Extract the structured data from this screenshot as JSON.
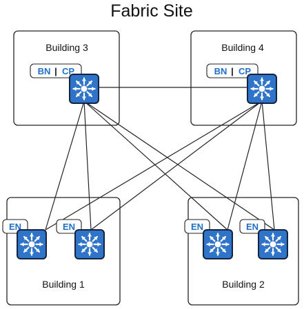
{
  "title": "Fabric Site",
  "colors": {
    "switch_fill": "#2f74c8",
    "switch_stroke": "#13233e",
    "tag_text": "#1f6fc8",
    "box_stroke": "#222222",
    "link": "#222222"
  },
  "buildings": [
    {
      "id": "b3",
      "label": "Building 3",
      "nodes": [
        {
          "id": "b3s1",
          "role": "BN|CP",
          "icon": "switch-icon"
        }
      ]
    },
    {
      "id": "b4",
      "label": "Building 4",
      "nodes": [
        {
          "id": "b4s1",
          "role": "BN|CP",
          "icon": "switch-icon"
        }
      ]
    },
    {
      "id": "b1",
      "label": "Building 1",
      "nodes": [
        {
          "id": "b1s1",
          "role": "EN",
          "icon": "switch-icon"
        },
        {
          "id": "b1s2",
          "role": "EN",
          "icon": "switch-icon"
        }
      ]
    },
    {
      "id": "b2",
      "label": "Building 2",
      "nodes": [
        {
          "id": "b2s1",
          "role": "EN",
          "icon": "switch-icon"
        },
        {
          "id": "b2s2",
          "role": "EN",
          "icon": "switch-icon"
        }
      ]
    }
  ],
  "links": [
    [
      "b3s1",
      "b4s1"
    ],
    [
      "b3s1",
      "b1s1"
    ],
    [
      "b3s1",
      "b1s2"
    ],
    [
      "b3s1",
      "b2s1"
    ],
    [
      "b3s1",
      "b2s2"
    ],
    [
      "b4s1",
      "b1s1"
    ],
    [
      "b4s1",
      "b1s2"
    ],
    [
      "b4s1",
      "b2s1"
    ],
    [
      "b4s1",
      "b2s2"
    ]
  ]
}
